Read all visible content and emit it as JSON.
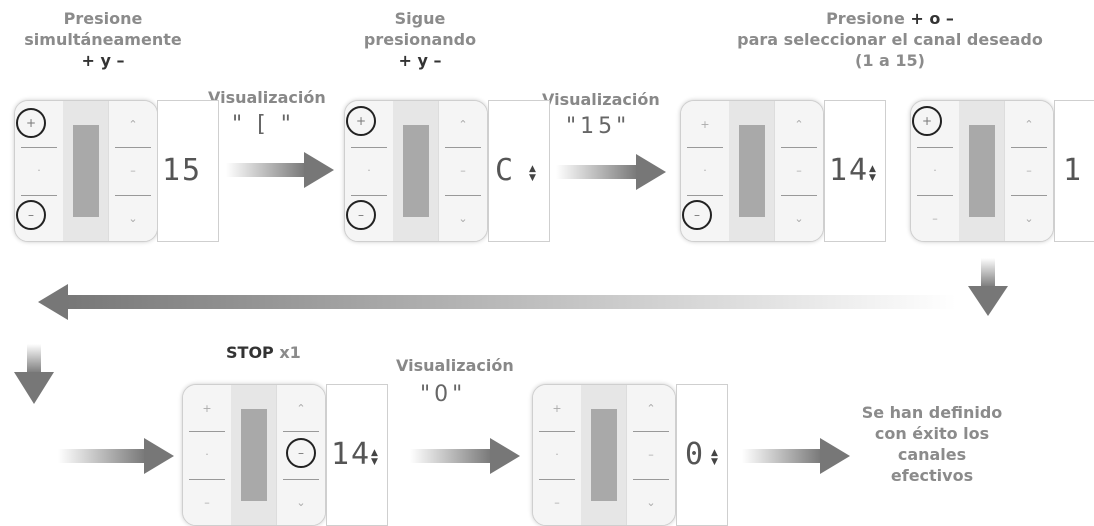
{
  "steps": {
    "step1": {
      "line1": "Presione",
      "line2": "simultáneamente",
      "line3": "+ y –"
    },
    "step2": {
      "line1": "Sigue",
      "line2": "presionando",
      "line3": "+ y –"
    },
    "step3": {
      "line1_pre": "Presione ",
      "line1_bold": "+ o –",
      "line2": "para seleccionar el canal deseado",
      "line3": "(1 a 15)"
    },
    "step4": {
      "stop": "STOP",
      "count": "x1"
    },
    "final": {
      "line1": "Se han definido",
      "line2": "con éxito los",
      "line3": "canales",
      "line4": "efectivos"
    }
  },
  "labels": {
    "visualizacion": "Visualización"
  },
  "quotes": {
    "q1": "\" [ \"",
    "q2": "\"15\"",
    "q3": "\"0\""
  },
  "displays": {
    "d1": "15",
    "d2": "C",
    "d3": "14",
    "d4": "1",
    "d5": "14",
    "d6": "0"
  },
  "colors": {
    "arrow": "#777777",
    "text": "#8b8b8b",
    "circle": "#222222"
  }
}
